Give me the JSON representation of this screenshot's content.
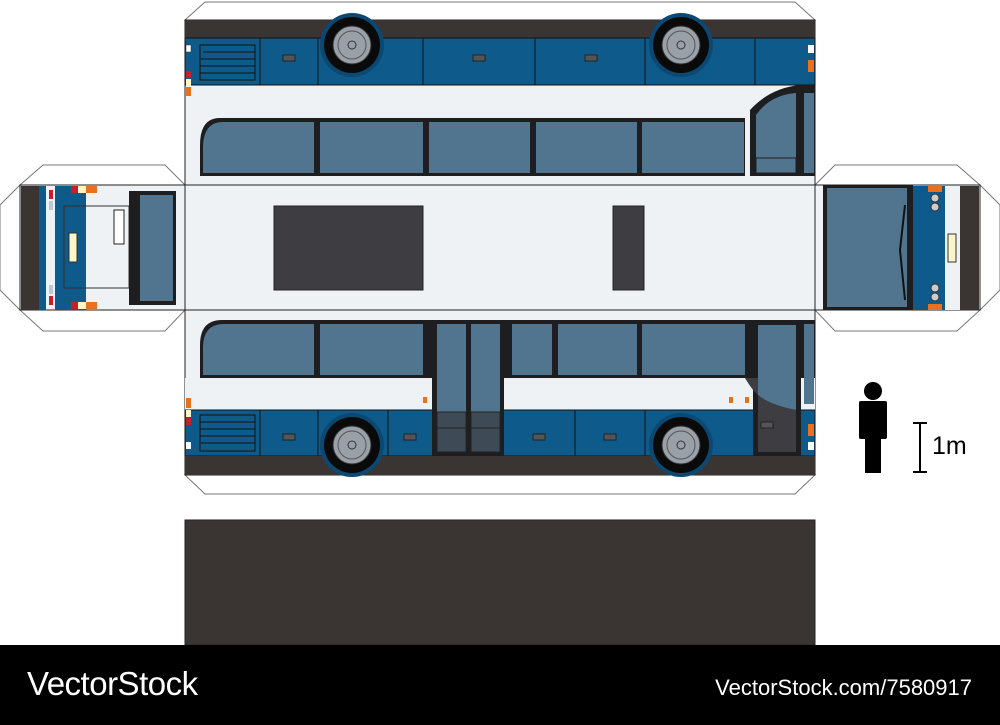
{
  "scale": {
    "label": "1m"
  },
  "footer": {
    "brand": "VectorStock",
    "url": "VectorStock.com/7580917"
  },
  "colors": {
    "blue": "#0e5a8a",
    "white_body": "#eff2f4",
    "window": "#52758f",
    "frame": "#1e1e20",
    "dark_base": "#3a3532",
    "roof_hatch": "#3e3d42",
    "orange": "#e8701e",
    "red": "#c4202a"
  }
}
